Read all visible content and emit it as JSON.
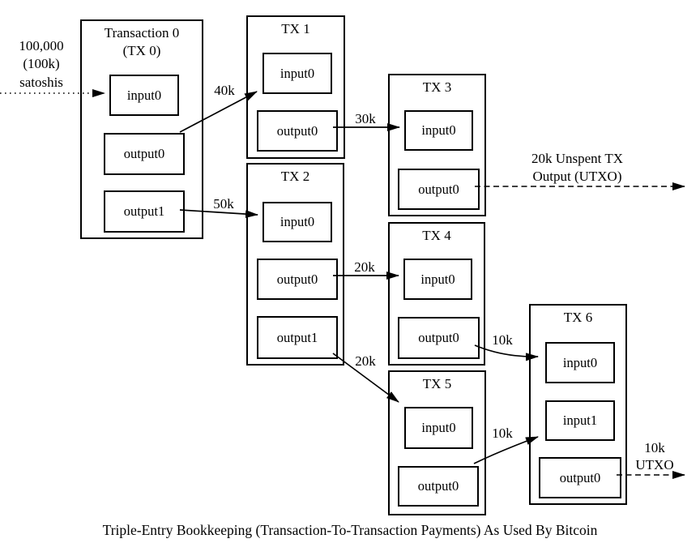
{
  "diagram": {
    "caption": "Triple-Entry Bookkeeping (Transaction-To-Transaction Payments) As Used By Bitcoin",
    "funding": {
      "lines": [
        "100,000",
        "(100k)",
        "satoshis"
      ]
    },
    "transactions": {
      "tx0": {
        "title": "Transaction 0",
        "subtitle": "(TX 0)",
        "slots": [
          "input0",
          "output0",
          "output1"
        ]
      },
      "tx1": {
        "title": "TX 1",
        "slots": [
          "input0",
          "output0"
        ]
      },
      "tx2": {
        "title": "TX 2",
        "slots": [
          "input0",
          "output0",
          "output1"
        ]
      },
      "tx3": {
        "title": "TX 3",
        "slots": [
          "input0",
          "output0"
        ]
      },
      "tx4": {
        "title": "TX 4",
        "slots": [
          "input0",
          "output0"
        ]
      },
      "tx5": {
        "title": "TX 5",
        "slots": [
          "input0",
          "output0"
        ]
      },
      "tx6": {
        "title": "TX 6",
        "slots": [
          "input0",
          "input1",
          "output0"
        ]
      }
    },
    "flows": {
      "tx0_out0_to_tx1": "40k",
      "tx0_out1_to_tx2": "50k",
      "tx1_out0_to_tx3": "30k",
      "tx2_out0_to_tx4": "20k",
      "tx2_out1_to_tx5": "20k",
      "tx4_out0_to_tx6": "10k",
      "tx5_out0_to_tx6": "10k",
      "tx3_unspent": {
        "lines": [
          "20k Unspent TX",
          "Output (UTXO)"
        ]
      },
      "tx6_unspent": {
        "lines": [
          "10k",
          "UTXO"
        ]
      }
    },
    "colors": {
      "line": "#000000",
      "background": "#ffffff",
      "text": "#000000"
    }
  }
}
